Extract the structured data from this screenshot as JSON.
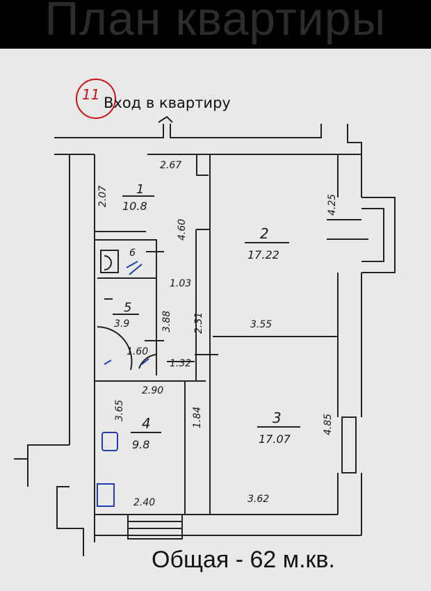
{
  "title": "План квартиры",
  "entrance_label": "Вход в квартиру",
  "total_label": "Общая - 62 м.кв.",
  "apartment_number": "11",
  "rooms": [
    {
      "id": "1",
      "area": "10.8"
    },
    {
      "id": "2",
      "area": "17.22"
    },
    {
      "id": "3",
      "area": "17.07"
    },
    {
      "id": "4",
      "area": "9.8"
    },
    {
      "id": "5",
      "area": "3.9"
    },
    {
      "id": "6",
      "area": ""
    }
  ],
  "dimensions": {
    "d267": "2.67",
    "d207": "2.07",
    "d425": "4.25",
    "d460": "4.60",
    "d103": "1.03",
    "d388": "3.88",
    "d231": "2.31",
    "d355": "3.55",
    "d160": "1.60",
    "d132": "1.32",
    "d290": "2.90",
    "d365": "3.65",
    "d184": "1.84",
    "d485": "4.85",
    "d240": "2.40",
    "d362": "3.62"
  },
  "colors": {
    "background": "#e9e9e9",
    "line": "#222222",
    "stamp": "#d01010",
    "fixture": "#1d3fb0"
  }
}
